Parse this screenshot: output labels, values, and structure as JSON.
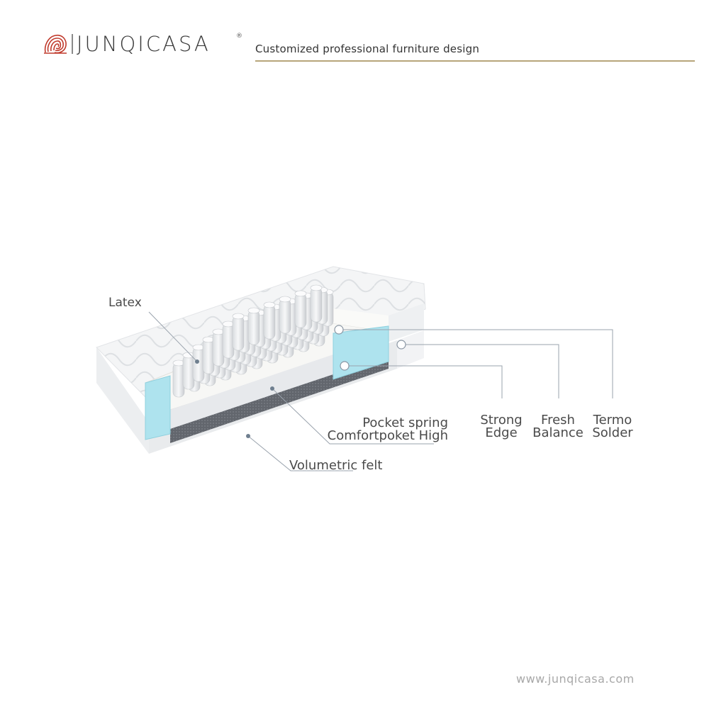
{
  "header": {
    "brand": "JUNQICASA",
    "registered": "®",
    "tagline": "Customized professional furniture design",
    "accent_color": "#b7a57a",
    "logo_color": "#c0392b",
    "logo_icon": "spiral-logo-icon"
  },
  "diagram": {
    "labels": {
      "latex": "Latex",
      "pocket_spring_line1": "Pocket spring",
      "pocket_spring_line2": "Comfortpoket High",
      "volumetric_felt": "Volumetric felt",
      "strong_edge_line1": "Strong",
      "strong_edge_line2": "Edge",
      "fresh_balance_line1": "Fresh",
      "fresh_balance_line2": "Balance",
      "termo_solder_line1": "Termo",
      "termo_solder_line2": "Solder"
    },
    "colors": {
      "foam_edge": "#aee3ee",
      "leader_line": "#9aa3ad",
      "felt": "#5b5f66"
    }
  },
  "footer": {
    "website": "www.junqicasa.com"
  }
}
